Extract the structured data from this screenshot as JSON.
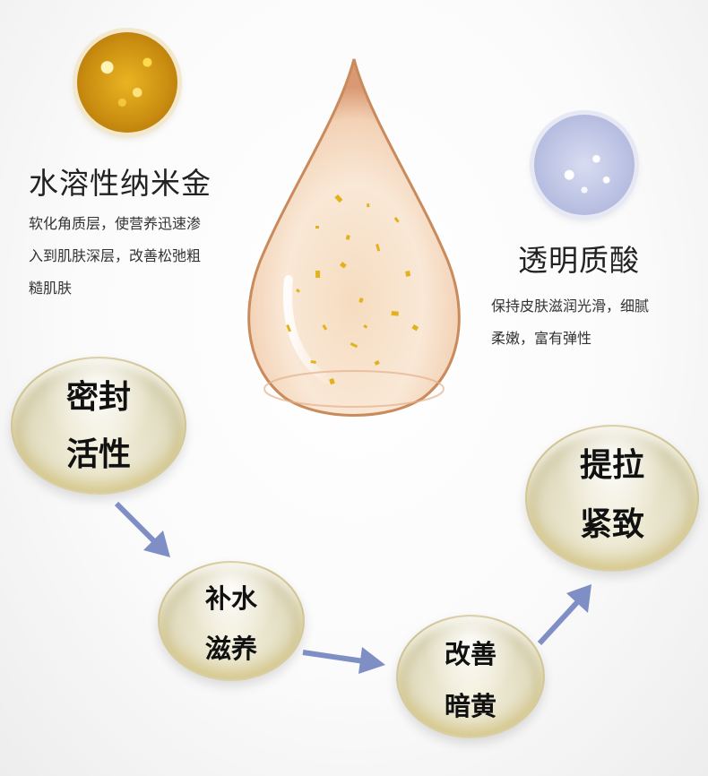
{
  "left_block": {
    "title": "水溶性纳米金",
    "lines": [
      "软化角质层，使营养迅速渗",
      "入到肌肤深层，改善松弛粗",
      "糙肌肤"
    ]
  },
  "right_block": {
    "title": "透明质酸",
    "lines": [
      "保持皮肤滋润光滑，细腻",
      "柔嫩，富有弹性"
    ]
  },
  "bubbles": [
    {
      "line1": "密封",
      "line2": "活性"
    },
    {
      "line1": "补水",
      "line2": "滋养"
    },
    {
      "line1": "改善",
      "line2": "暗黄"
    },
    {
      "line1": "提拉",
      "line2": "紧致"
    }
  ],
  "colors": {
    "arrow": "#7f8fc6",
    "gold": "#d9a21a",
    "drop_edge": "#c98a5c"
  }
}
